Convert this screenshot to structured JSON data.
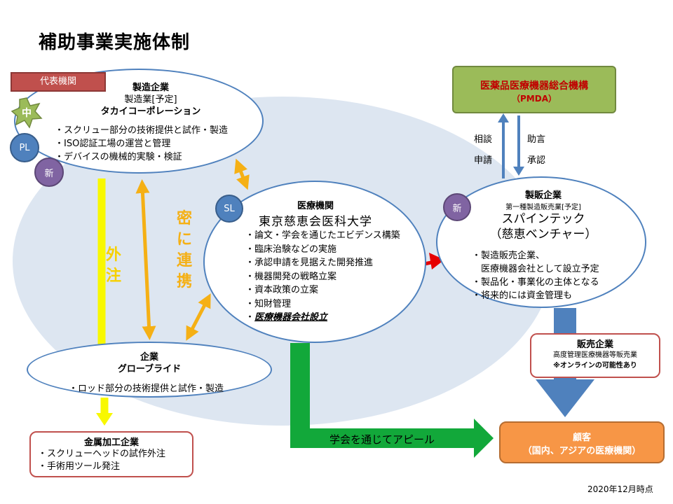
{
  "title": "補助事業実施体制",
  "date_note": "2020年12月時点",
  "manufacturer": {
    "rep_label": "代表機関",
    "badge_chu": "中",
    "badge_pl": "PL",
    "badge_new": "新",
    "heading": "製造企業",
    "subheading": "製造業[予定]",
    "name": "タカイコーポレーション",
    "items": [
      "・スクリュー部分の技術提供と試作・製造",
      "・ISO認証工場の運営と管理",
      "・デバイスの機械的実験・検証"
    ]
  },
  "pmda": {
    "name": "医薬品医療機器総合機構",
    "abbr": "（PMDA）"
  },
  "pmda_arrows": {
    "up1": "相談",
    "up2": "申請",
    "down1": "助言",
    "down2": "承認"
  },
  "medical": {
    "badge_sl": "SL",
    "heading": "医療機関",
    "name": "東京慈恵会医科大学",
    "items": [
      "・論文・学会を通じたエビデンス構築",
      "・臨床治験などの実施",
      "・承認申請を見据えた開発推進",
      "・機器開発の戦略立案",
      "・資本政策の立案",
      "・知財管理"
    ],
    "emphasis_bullet": "・",
    "emphasis": "医療機器会社設立"
  },
  "distributor": {
    "badge_new": "新",
    "heading": "製販企業",
    "subheading": "第一種製造販売業[予定]",
    "name": "スパインテック",
    "name2": "（慈恵ベンチャー）",
    "items": [
      "・製造販売企業、",
      "　医療機器会社として設立予定",
      "・製品化・事業化の主体となる",
      "・将来的には資金管理も"
    ]
  },
  "company": {
    "heading": "企業",
    "name": "グローブライド",
    "items": [
      "・ロッド部分の技術提供と試作・製造"
    ]
  },
  "metal": {
    "heading": "金属加工企業",
    "items": [
      "・スクリューヘッドの試作外注",
      "・手術用ツール発注"
    ]
  },
  "sales": {
    "heading": "販売企業",
    "line1": "高度管理医療機器等販売業",
    "line2": "※オンラインの可能性あり"
  },
  "customer": {
    "line1": "顧客",
    "line2": "（国内、アジアの医療機関）"
  },
  "labels": {
    "outsourcing": "外注",
    "close_cooperation": "密に連携",
    "appeal": "学会を通じてアピール"
  },
  "colors": {
    "accent_blue": "#4f81bd",
    "orange_arrow": "#f5b015",
    "yellow_arrow": "#f8f800",
    "green_arrow": "#12a83a",
    "red_arrow": "#e60000",
    "pmda_fill": "#9bbb59",
    "customer_fill": "#f79646",
    "rep_fill": "#c0504d"
  }
}
